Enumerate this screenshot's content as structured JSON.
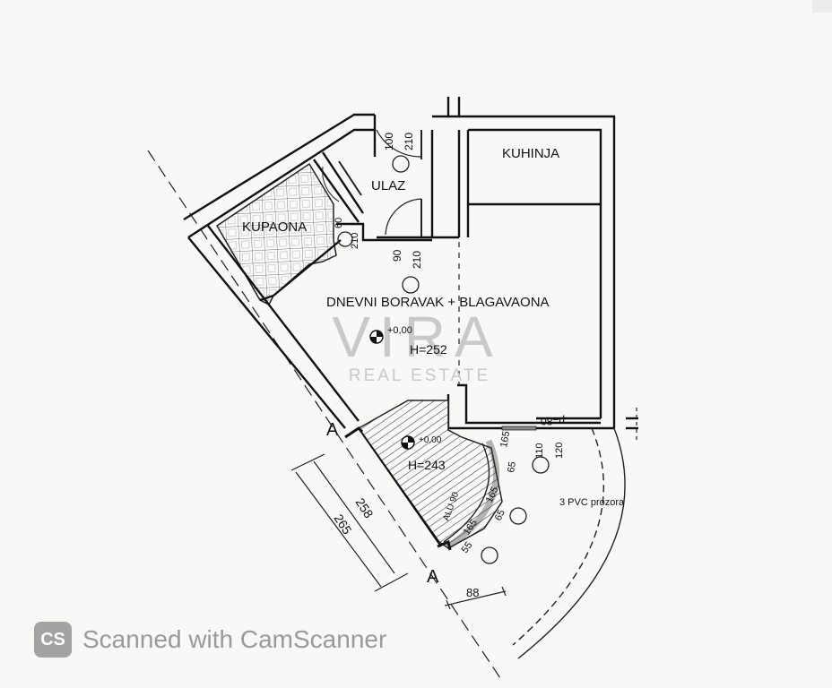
{
  "rooms": {
    "kuhinja": "KUHINJA",
    "ulaz": "ULAZ",
    "kupaona": "KUPAONA",
    "dnevni": "DNEVNI BORAVAK + BLAGAVAONA"
  },
  "levels": {
    "main_level": "+0,00",
    "main_height": "H=252",
    "loggia_level": "+0,00",
    "loggia_height": "H=243"
  },
  "doors": {
    "entry_w": "100",
    "entry_h": "210",
    "bath_w": "60",
    "bath_h": "210",
    "living_w": "90",
    "living_h": "210",
    "balcony_w": "110",
    "balcony_h": "120",
    "p_label": "p=80"
  },
  "windows": {
    "w1_a": "165",
    "w1_b": "65",
    "w2_a": "165",
    "w2_b": "65",
    "w3_a": "165",
    "w3_b": "55",
    "note": "3 PVC prozora",
    "hatch_text": "ALU 90"
  },
  "dims": {
    "d258": "258",
    "d265": "265",
    "d88": "88"
  },
  "section": {
    "a1": "A",
    "a2": "A"
  },
  "watermark": {
    "main": "VIRA",
    "sub": "REAL ESTATE"
  },
  "scanner": {
    "logo": "CS",
    "text": "Scanned with CamScanner"
  }
}
